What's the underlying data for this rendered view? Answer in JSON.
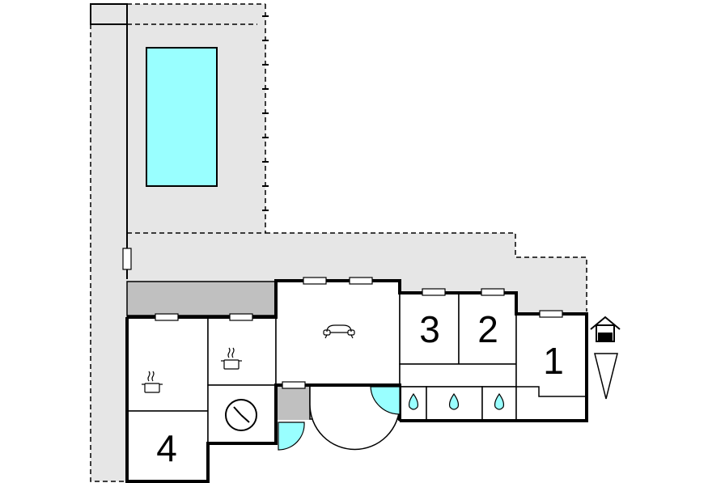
{
  "room_labels": {
    "room_1": "1",
    "room_2": "2",
    "room_3": "3",
    "room_4": "4"
  },
  "colors": {
    "terrace": "#e6e6e6",
    "pool": "#99ffff",
    "pool_stroke": "#000000",
    "shaded_area": "#c0c0c0",
    "door_swing": "#99ffff",
    "wall": "#000000"
  },
  "icons": [
    "swimming-pool",
    "sofa-icon",
    "cooking-pot-icon",
    "clock-icon",
    "water-drop-icon",
    "house-icon",
    "north-arrow-icon"
  ]
}
